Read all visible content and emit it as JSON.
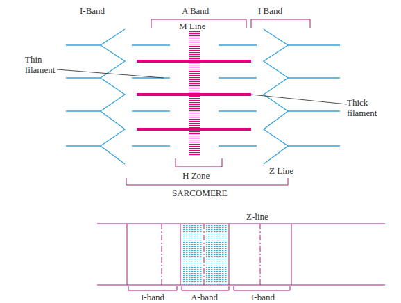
{
  "diagram": {
    "labels": [
      "I-Band",
      "A Band",
      "M Line",
      "I Band",
      "Thin filament",
      "Thick filament",
      "H Zone",
      "Z Line",
      "SARCOMERE",
      "Z-line",
      "I-band",
      "A-band",
      "I-band"
    ]
  }
}
